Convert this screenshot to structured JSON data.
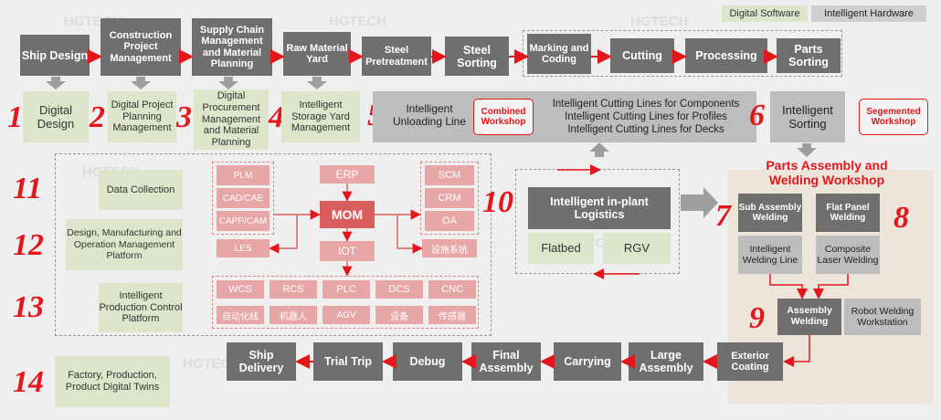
{
  "legend": {
    "software": "Digital Software",
    "hardware": "Intelligent Hardware"
  },
  "top_flow": [
    "Ship Design",
    "Construction Project Management",
    "Supply Chain Management and Material Planning",
    "Raw Material Yard",
    "Steel Pretreatment",
    "Steel Sorting",
    "Marking and Coding",
    "Cutting",
    "Processing",
    "Parts Sorting"
  ],
  "stages": {
    "s1": {
      "num": "1",
      "label": "Digital Design"
    },
    "s2": {
      "num": "2",
      "label": "Digital Project Planning Management"
    },
    "s3": {
      "num": "3",
      "label": "Digital Procurement Management and Material Planning"
    },
    "s4": {
      "num": "4",
      "label": "Intelligent Storage Yard Management"
    },
    "s5": {
      "num": "5",
      "label": "Intelligent Unloading Line",
      "tag": "Combined Workshop"
    },
    "cutting_lines": [
      "Intelligent Cutting Lines for Components",
      "Intelligent Cutting Lines for Profiles",
      "Intelligent Cutting Lines for Decks"
    ],
    "s6": {
      "num": "6",
      "label": "Intelligent Sorting",
      "tag": "Segemented Workshop"
    },
    "s7": {
      "num": "7"
    },
    "s8": {
      "num": "8"
    },
    "s9": {
      "num": "9"
    },
    "s10": {
      "num": "10"
    },
    "s11": {
      "num": "11",
      "label": "Data Collection"
    },
    "s12": {
      "num": "12",
      "label": "Design, Manufacturing and Operation Management Platform"
    },
    "s13": {
      "num": "13",
      "label": "Intelligent Production Control Platform"
    },
    "s14": {
      "num": "14",
      "label": "Factory, Production, Product Digital Twins"
    }
  },
  "mom": {
    "left": [
      "PLM",
      "CAD/CAE",
      "CAPP/CAM"
    ],
    "les": "LES",
    "erp": "ERP",
    "center": "MOM",
    "iot": "IOT",
    "right": [
      "SCM",
      "CRM",
      "OA"
    ],
    "right_extra": "设施系统",
    "row1": [
      "WCS",
      "RCS",
      "PLC",
      "DCS",
      "CNC"
    ],
    "row2": [
      "自动化线",
      "机器人",
      "AGV",
      "设备",
      "传感器"
    ]
  },
  "logistics": {
    "title": "Intelligent in-plant Logistics",
    "items": [
      "Flatbed",
      "RGV"
    ]
  },
  "parts_workshop": {
    "title": "Parts Assembly and Welding Workshop",
    "sub": "Sub Assembly Welding",
    "flat": "Flat Panel Welding",
    "iwl": "Intelligent Welding Line",
    "clw": "Composite Laser Welding",
    "aw": "Assembly Welding",
    "robot": "Robot Welding Workstation"
  },
  "bottom_flow": [
    "Exterior Coating",
    "Large Assembly",
    "Carrying",
    "Final Assembly",
    "Debug",
    "Trial Trip",
    "Ship Delivery"
  ],
  "watermark": "HGTECH",
  "colors": {
    "red": "#e3171b",
    "dark_box": "#6f6f6f",
    "green_box": "#dde6cb",
    "gray_box": "#bdbdbd",
    "mom_red": "#db5e5e",
    "mom_light": "#e8a7a7",
    "workshop_bg": "#ede4da"
  }
}
